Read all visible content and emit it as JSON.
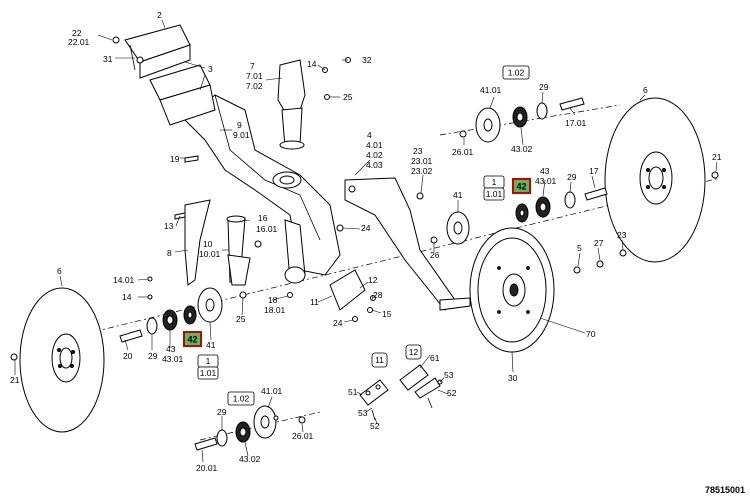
{
  "callouts": {
    "c22": "22",
    "c2201": "22.01",
    "c31": "31",
    "c2": "2",
    "c3": "3",
    "c7": "7",
    "c701": "7.01",
    "c702": "7.02",
    "c14a": "14",
    "c32": "32",
    "c25": "25",
    "c9": "9",
    "c901": "9.01",
    "c19": "19",
    "c4": "4",
    "c401": "4.01",
    "c402": "4.02",
    "c403": "4.03",
    "c23a": "23",
    "c2301": "23.01",
    "c2302": "23.02",
    "c4101a": "41.01",
    "c29a": "29",
    "c1701": "17.01",
    "c2601a": "26.01",
    "c4302a": "43.02",
    "c6a": "6",
    "c21a": "21",
    "c43a": "43",
    "c4301a": "43.01",
    "c29b": "29",
    "c17": "17",
    "c41a": "41",
    "c13": "13",
    "c16": "16",
    "c1601": "16.01",
    "c24a": "24",
    "c8": "8",
    "c10": "10",
    "c1001": "10.01",
    "c26": "26",
    "c5": "5",
    "c27": "27",
    "c23b": "23",
    "c1401": "14.01",
    "c14b": "14",
    "c6b": "6",
    "c18": "18",
    "c1801": "18.01",
    "c11a": "11",
    "c12a": "12",
    "c28": "28",
    "c24b": "24",
    "c15": "15",
    "c70": "70",
    "c20": "20",
    "c29c": "29",
    "c43b": "43",
    "c4301b": "43.01",
    "c41b": "41",
    "c25b": "25",
    "c21b": "21",
    "c30": "30",
    "c51": "51",
    "c53a": "53",
    "c52a": "52",
    "c61": "61",
    "c53b": "53",
    "c52b": "52",
    "c4101b": "41.01",
    "c29d": "29",
    "c2001": "20.01",
    "c4302b": "43.02",
    "c2601b": "26.01"
  },
  "boxed_labels": {
    "b102a": "1.02",
    "b1a": "1",
    "b101a": "1.01",
    "b1b": "1",
    "b101b": "1.01",
    "b102b": "1.02",
    "b11": "11",
    "b12": "12"
  },
  "highlight": {
    "label": "42",
    "color": "#5cb85c",
    "border": "#cc0000"
  },
  "footer": {
    "code": "78515001"
  }
}
